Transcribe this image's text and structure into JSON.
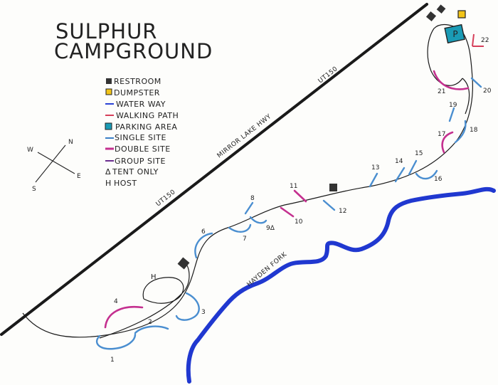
{
  "title": [
    "SULPHUR",
    "CAMPGROUND"
  ],
  "legend": [
    {
      "label": "RESTROOM",
      "symbol": "restroom-square-icon",
      "color": "#333333"
    },
    {
      "label": "DUMPSTER",
      "symbol": "dumpster-square-icon",
      "color": "#f2c418"
    },
    {
      "label": "WATER WAY",
      "symbol": "water-way-line-icon",
      "color": "#2a42d6"
    },
    {
      "label": "WALKING PATH",
      "symbol": "walking-path-line-icon",
      "color": "#d63f5a"
    },
    {
      "label": "PARKING AREA",
      "symbol": "parking-p-icon",
      "color": "#1a9bb5"
    },
    {
      "label": "SINGLE SITE",
      "symbol": "single-site-line-icon",
      "color": "#3a7fc7"
    },
    {
      "label": "DOUBLE SITE",
      "symbol": "double-site-line-icon",
      "color": "#c4308f"
    },
    {
      "label": "GROUP SITE",
      "symbol": "group-site-line-icon",
      "color": "#6a2d8f"
    },
    {
      "label": "TENT ONLY",
      "symbol": "tent-triangle-icon",
      "color": "#333333"
    },
    {
      "label": "HOST",
      "symbol": "host-h-icon",
      "color": "#333333"
    }
  ],
  "compass": {
    "n": "N",
    "e": "E",
    "s": "S",
    "w": "W"
  },
  "road_labels": [
    "UT150",
    "MIRROR LAKE HWY",
    "UT150"
  ],
  "river_label": "HAYDEN FORK",
  "host_label": "H",
  "parking_label": "P",
  "sites": [
    "1",
    "2",
    "3",
    "4",
    "6",
    "7",
    "8",
    "9Δ",
    "10",
    "11",
    "12",
    "13",
    "14",
    "15",
    "16",
    "17",
    "18",
    "19",
    "20",
    "21",
    "22"
  ],
  "colors": {
    "road": "#1a1a1a",
    "loop": "#1a1a1a",
    "river": "#2038d0",
    "single": "#4a8ed0",
    "double": "#c4308f",
    "walking": "#d63f5a",
    "restroom": "#333333",
    "dumpster": "#f2c418",
    "parking": "#1a9bb5"
  }
}
